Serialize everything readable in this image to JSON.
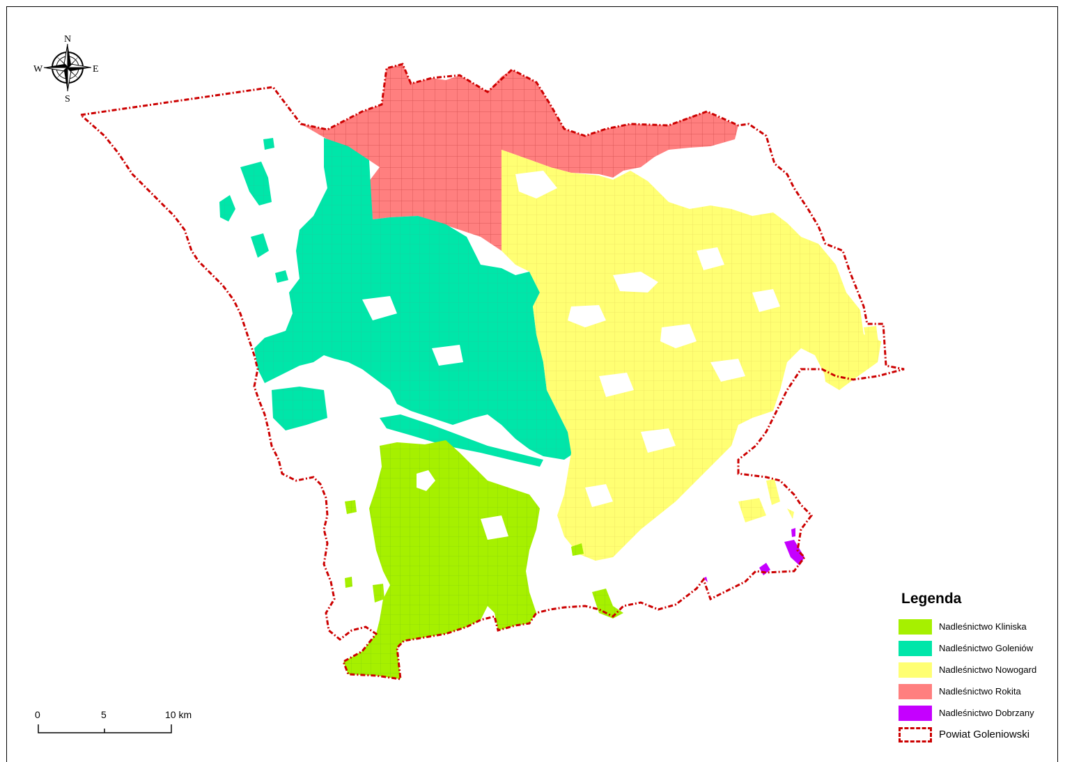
{
  "legend": {
    "title": "Legenda",
    "items": [
      {
        "label": "Nadleśnictwo Kliniska",
        "color": "#a6f000"
      },
      {
        "label": "Nadleśnictwo Goleniów",
        "color": "#00e6a9"
      },
      {
        "label": "Nadleśnictwo Nowogard",
        "color": "#ffff73"
      },
      {
        "label": "Nadleśnictwo Rokita",
        "color": "#ff7f7f"
      },
      {
        "label": "Nadleśnictwo Dobrzany",
        "color": "#c500ff"
      }
    ],
    "boundary": {
      "label": "Powiat Goleniowski",
      "color": "#cc0000"
    }
  },
  "scale": {
    "tick0": "0",
    "tick1": "5",
    "tick2": "10 km"
  },
  "compass": {
    "n": "N",
    "s": "S",
    "e": "E",
    "w": "W"
  }
}
